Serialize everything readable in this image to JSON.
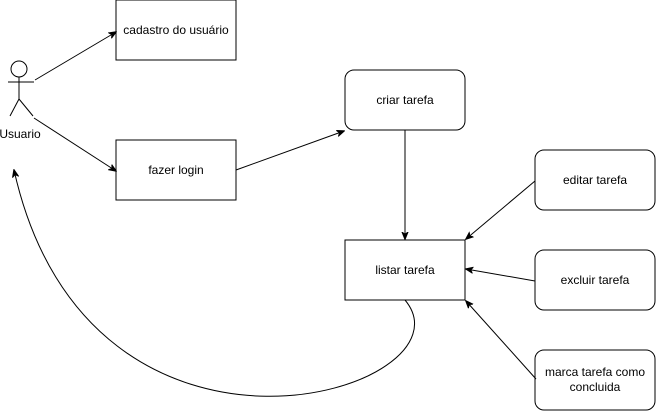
{
  "actor": {
    "label": "Usuario"
  },
  "nodes": {
    "cadastro": {
      "label": "cadastro do usuário"
    },
    "login": {
      "label": "fazer login"
    },
    "criar": {
      "label": "criar tarefa"
    },
    "listar": {
      "label": "listar tarefa"
    },
    "editar": {
      "label": "editar tarefa"
    },
    "excluir": {
      "label": "excluir tarefa"
    },
    "concluida": {
      "lines": [
        "marca tarefa como",
        "concluida"
      ]
    }
  },
  "edges": [
    {
      "from": "actor",
      "to": "cadastro"
    },
    {
      "from": "actor",
      "to": "login"
    },
    {
      "from": "login",
      "to": "criar"
    },
    {
      "from": "criar",
      "to": "listar"
    },
    {
      "from": "editar",
      "to": "listar"
    },
    {
      "from": "excluir",
      "to": "listar"
    },
    {
      "from": "concluida",
      "to": "listar"
    },
    {
      "from": "listar",
      "to": "actor"
    }
  ],
  "colors": {
    "stroke": "#000000",
    "fill": "#ffffff"
  }
}
